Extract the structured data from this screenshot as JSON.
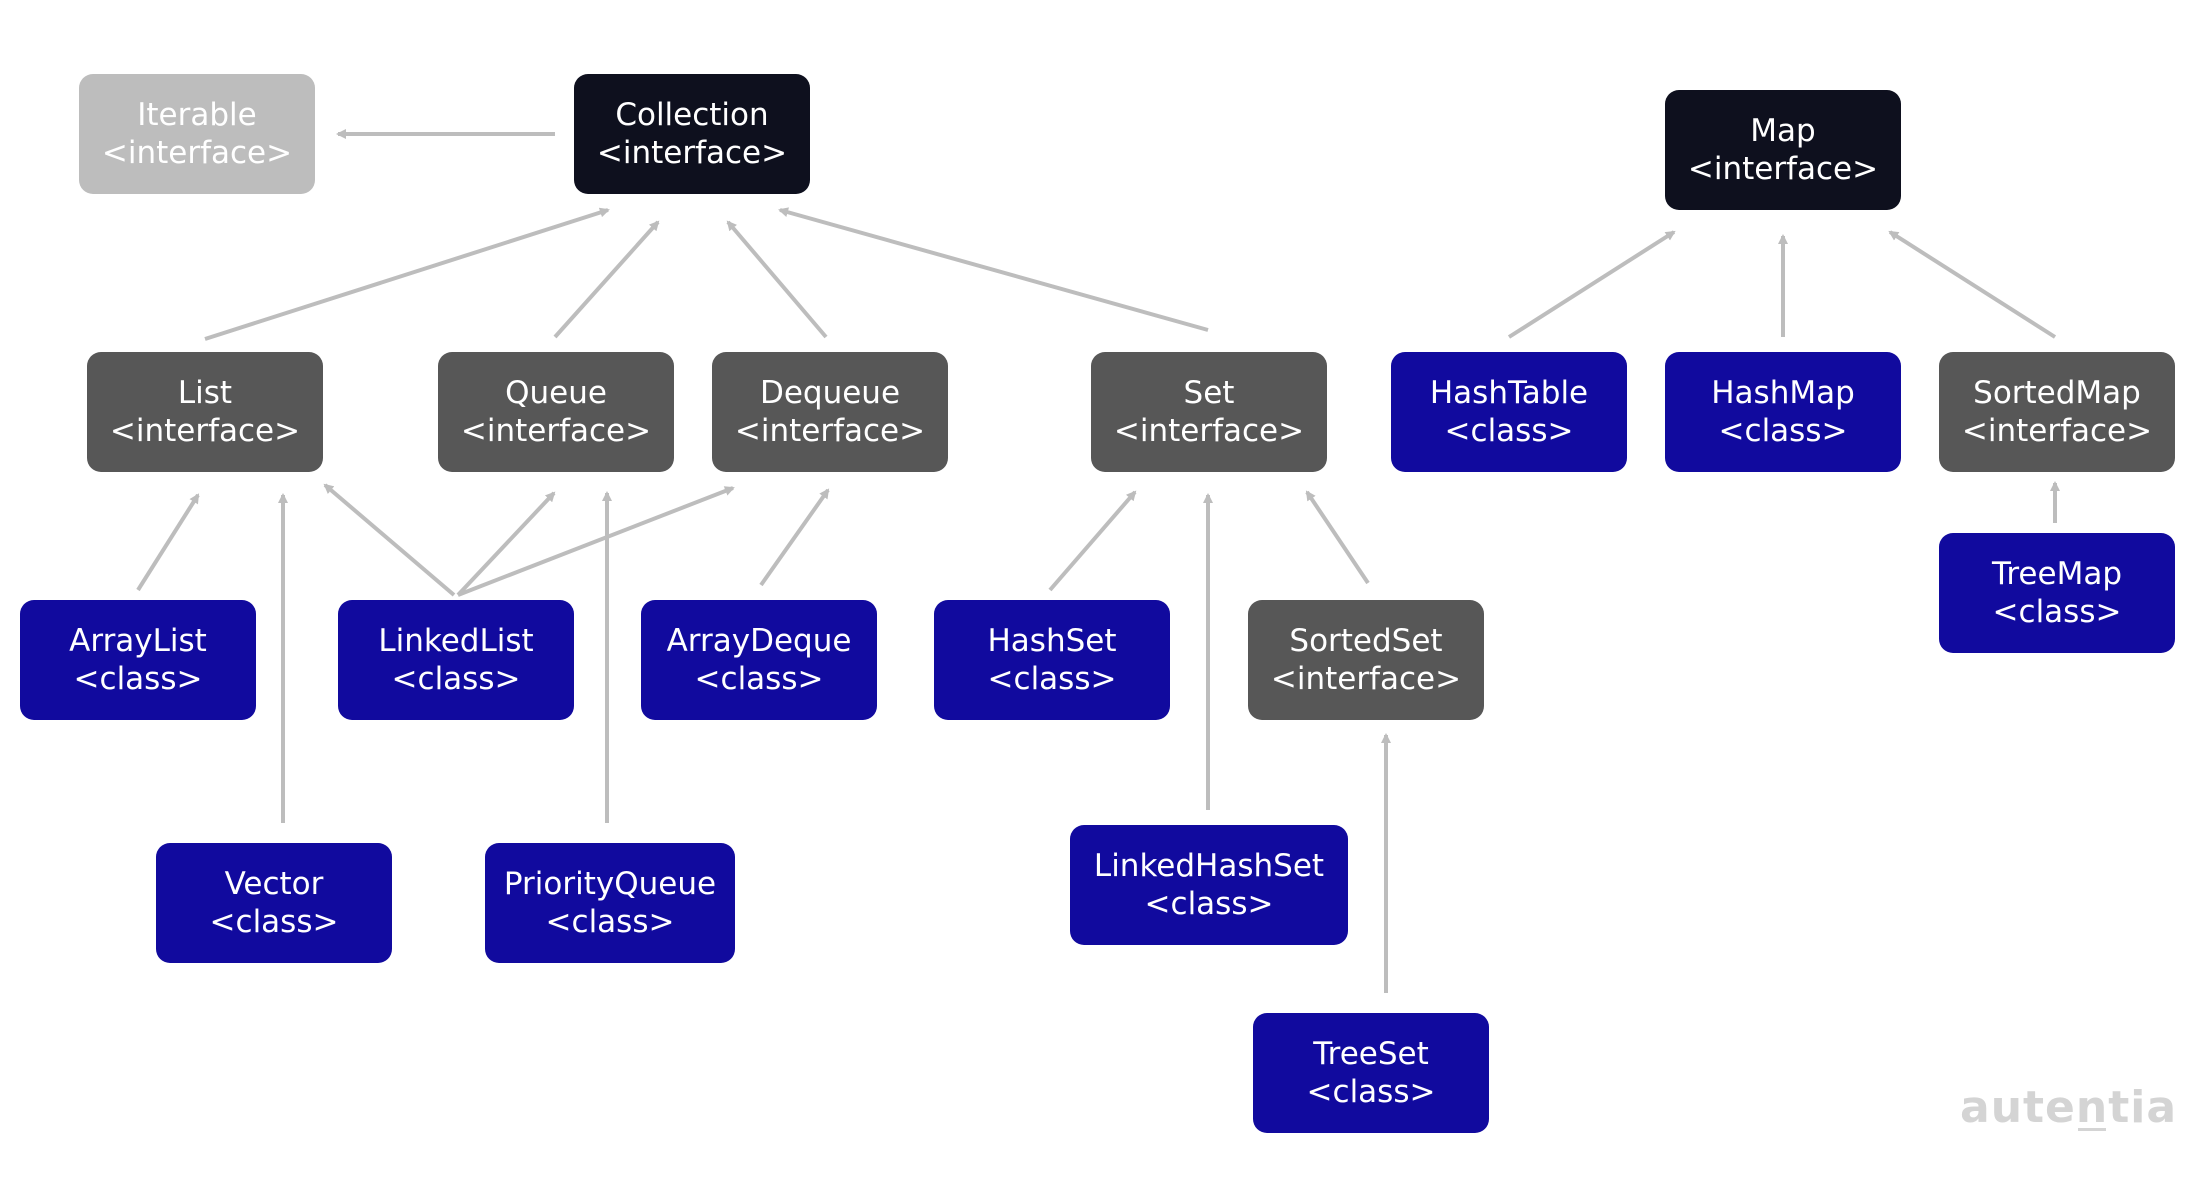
{
  "nodes": {
    "iterable": {
      "name": "Iterable",
      "kind": "<interface>"
    },
    "collection": {
      "name": "Collection",
      "kind": "<interface>"
    },
    "map": {
      "name": "Map",
      "kind": "<interface>"
    },
    "list": {
      "name": "List",
      "kind": "<interface>"
    },
    "queue": {
      "name": "Queue",
      "kind": "<interface>"
    },
    "dequeue": {
      "name": "Dequeue",
      "kind": "<interface>"
    },
    "set": {
      "name": "Set",
      "kind": "<interface>"
    },
    "hashtable": {
      "name": "HashTable",
      "kind": "<class>"
    },
    "hashmap": {
      "name": "HashMap",
      "kind": "<class>"
    },
    "sortedmap": {
      "name": "SortedMap",
      "kind": "<interface>"
    },
    "arraylist": {
      "name": "ArrayList",
      "kind": "<class>"
    },
    "linkedlist": {
      "name": "LinkedList",
      "kind": "<class>"
    },
    "arraydeque": {
      "name": "ArrayDeque",
      "kind": "<class>"
    },
    "hashset": {
      "name": "HashSet",
      "kind": "<class>"
    },
    "sortedset": {
      "name": "SortedSet",
      "kind": "<interface>"
    },
    "treemap": {
      "name": "TreeMap",
      "kind": "<class>"
    },
    "vector": {
      "name": "Vector",
      "kind": "<class>"
    },
    "priorityqueue": {
      "name": "PriorityQueue",
      "kind": "<class>"
    },
    "linkedhashset": {
      "name": "LinkedHashSet",
      "kind": "<class>"
    },
    "treeset": {
      "name": "TreeSet",
      "kind": "<class>"
    }
  },
  "edges": [
    {
      "from": "collection",
      "to": "iterable"
    },
    {
      "from": "list",
      "to": "collection"
    },
    {
      "from": "queue",
      "to": "collection"
    },
    {
      "from": "dequeue",
      "to": "collection"
    },
    {
      "from": "set",
      "to": "collection"
    },
    {
      "from": "hashtable",
      "to": "map"
    },
    {
      "from": "hashmap",
      "to": "map"
    },
    {
      "from": "sortedmap",
      "to": "map"
    },
    {
      "from": "treemap",
      "to": "sortedmap"
    },
    {
      "from": "arraylist",
      "to": "list"
    },
    {
      "from": "vector",
      "to": "list"
    },
    {
      "from": "linkedlist",
      "to": "list"
    },
    {
      "from": "linkedlist",
      "to": "queue"
    },
    {
      "from": "linkedlist",
      "to": "dequeue"
    },
    {
      "from": "priorityqueue",
      "to": "queue"
    },
    {
      "from": "arraydeque",
      "to": "dequeue"
    },
    {
      "from": "hashset",
      "to": "set"
    },
    {
      "from": "linkedhashset",
      "to": "set"
    },
    {
      "from": "sortedset",
      "to": "set"
    },
    {
      "from": "treeset",
      "to": "sortedset"
    }
  ],
  "colors": {
    "arrow": "#bdbdbd",
    "interface_root": "#0e101e",
    "interface": "#575757",
    "class": "#110a9e",
    "external": "#bdbdbd"
  },
  "logo": {
    "prefix": "aute",
    "underlined": "n",
    "suffix": "tia"
  }
}
